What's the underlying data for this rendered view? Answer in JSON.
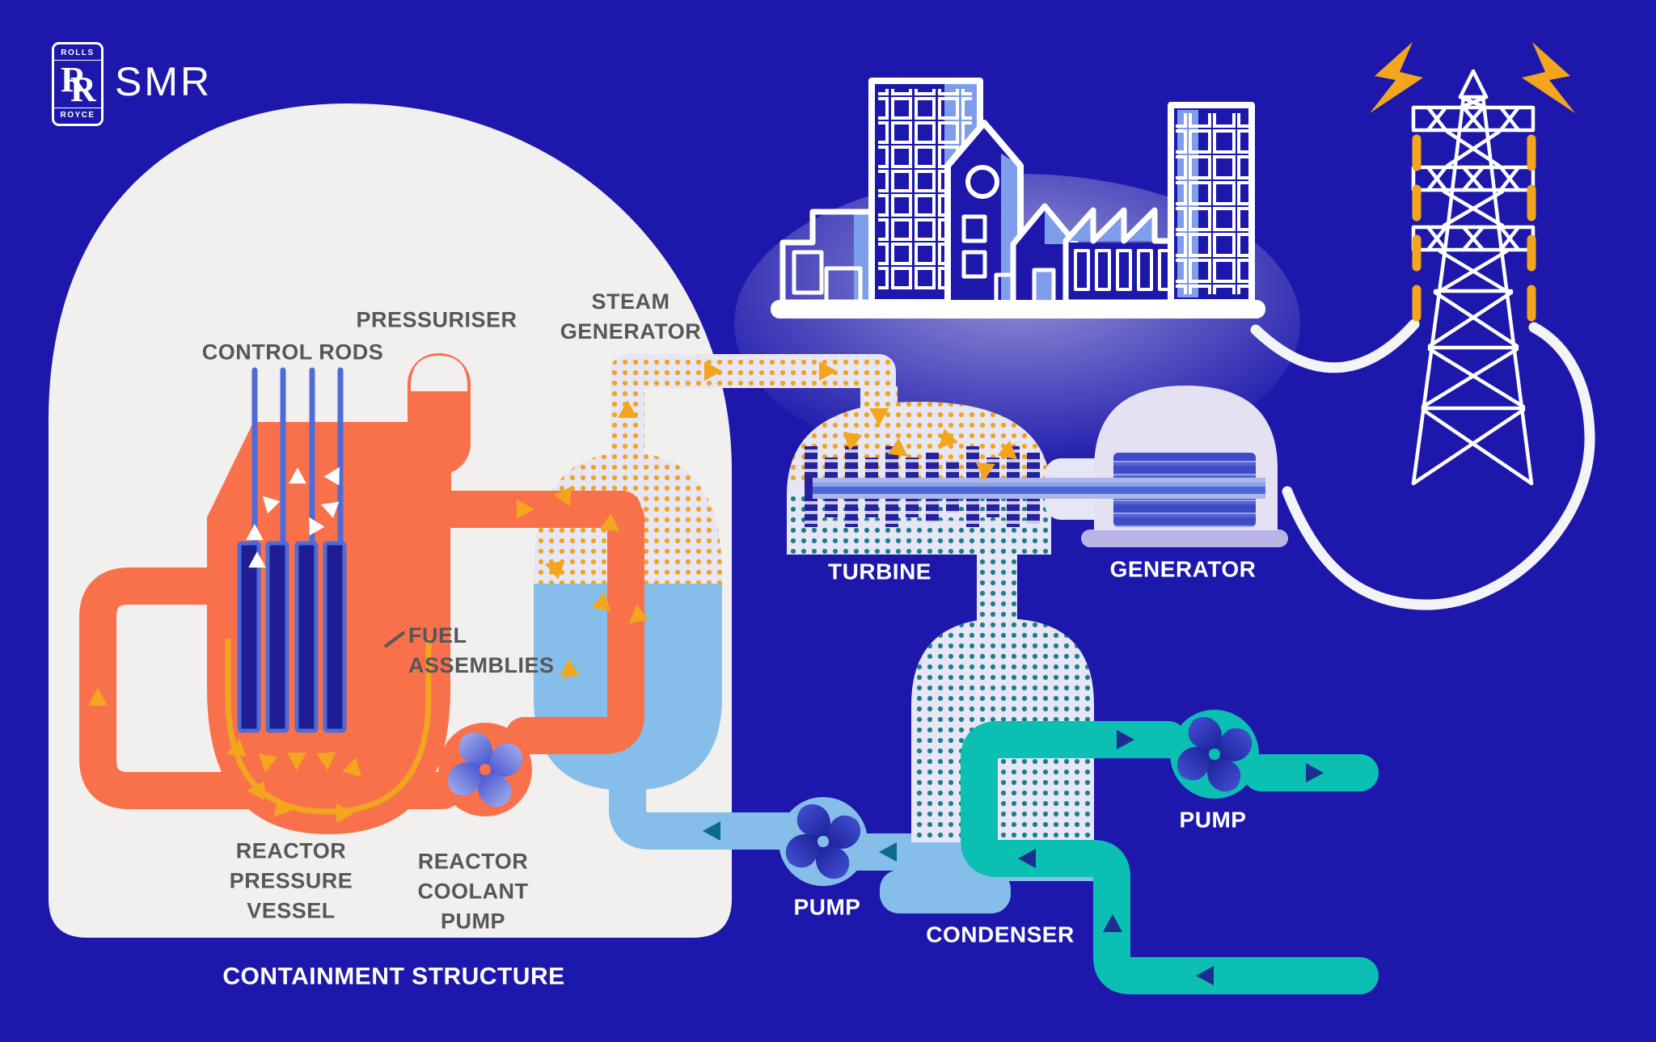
{
  "brand": {
    "rolls": "ROLLS",
    "royce": "ROYCE",
    "monogram_r1": "R",
    "monogram_r2": "R",
    "product": "SMR"
  },
  "labels": {
    "control_rods": "CONTROL RODS",
    "pressuriser": "PRESSURISER",
    "steam_generator": "STEAM\nGENERATOR",
    "fuel_assemblies": "FUEL\nASSEMBLIES",
    "reactor_pressure_vessel": "REACTOR\nPRESSURE\nVESSEL",
    "reactor_coolant_pump": "REACTOR\nCOOLANT\nPUMP",
    "containment_structure": "CONTAINMENT STRUCTURE",
    "turbine": "TURBINE",
    "generator": "GENERATOR",
    "condenser": "CONDENSER",
    "feed_pump": "PUMP",
    "cooling_pump": "PUMP"
  },
  "icons": {
    "pump_fan": "pump-fan-icon",
    "lightning": "lightning-bolt-icon",
    "flow_arrow": "flow-arrow-icon"
  },
  "colors": {
    "background": "#1D18AB",
    "containment_white": "#F1F0EE",
    "primary_orange": "#F8714B",
    "flow_amber": "#F2A51D",
    "rod_blue": "#4F6BD8",
    "fuel_navy": "#1F1D92",
    "steam_lavender": "#E7E6F4",
    "steam_dot_amber": "#F0A41F",
    "condense_dot_teal": "#1E7E91",
    "water_blue": "#85BEE9",
    "cooling_teal": "#0BBFB2",
    "arrow_navy": "#1D2E91",
    "arrow_dark_teal": "#0B6B8A",
    "label_gray": "#56575B",
    "label_white": "#FFFFFF"
  }
}
